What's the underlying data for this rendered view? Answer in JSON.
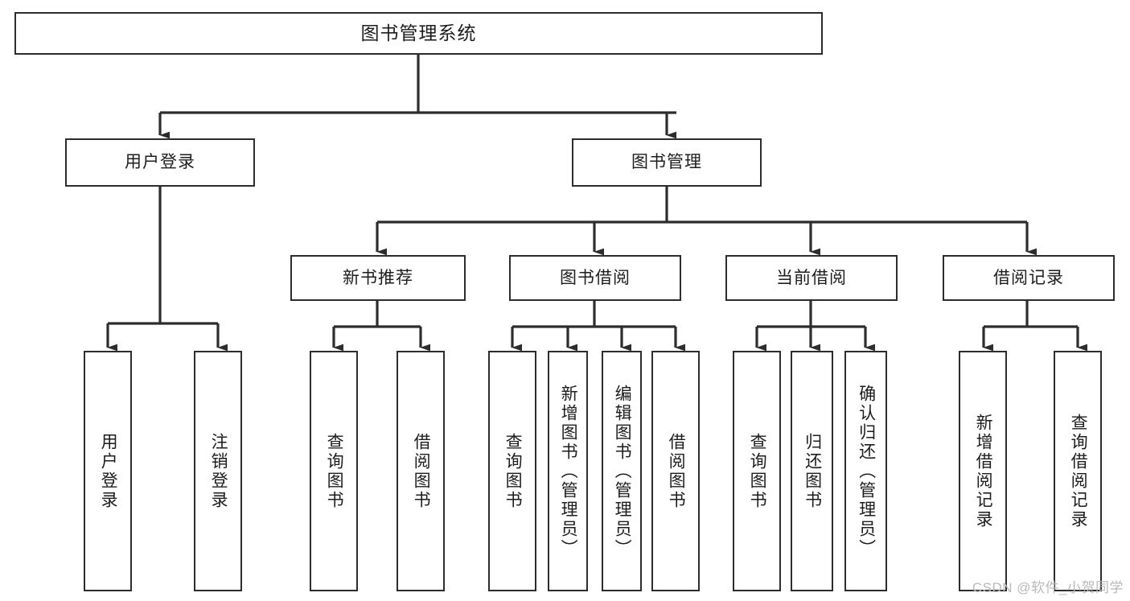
{
  "diagram": {
    "title": "图书管理系统",
    "type": "tree-hierarchy",
    "background_color": "#ffffff",
    "line_color": "#2d2d2d",
    "text_color": "#1d1d1d",
    "watermark": "CSDN @软件_小贺同学"
  },
  "nodes": {
    "root": {
      "label": "图书管理系统"
    },
    "level2": [
      {
        "id": "user-login",
        "label": "用户登录"
      },
      {
        "id": "book-manage",
        "label": "图书管理"
      }
    ],
    "level3": [
      {
        "id": "new-book-rec",
        "label": "新书推荐"
      },
      {
        "id": "book-borrow",
        "label": "图书借阅"
      },
      {
        "id": "current-borrow",
        "label": "当前借阅"
      },
      {
        "id": "borrow-record",
        "label": "借阅记录"
      }
    ],
    "leaves": {
      "user_login": [
        {
          "id": "leaf-user-login",
          "label": "用户登录"
        },
        {
          "id": "leaf-logout",
          "label": "注销登录"
        }
      ],
      "new_book_rec": [
        {
          "id": "leaf-query-book-1",
          "label": "查询图书"
        },
        {
          "id": "leaf-borrow-book-1",
          "label": "借阅图书"
        }
      ],
      "book_borrow": [
        {
          "id": "leaf-query-book-2",
          "label": "查询图书"
        },
        {
          "id": "leaf-add-book",
          "label": "新增图书（管理员）"
        },
        {
          "id": "leaf-edit-book",
          "label": "编辑图书（管理员）"
        },
        {
          "id": "leaf-borrow-book-2",
          "label": "借阅图书"
        }
      ],
      "current_borrow": [
        {
          "id": "leaf-query-book-3",
          "label": "查询图书"
        },
        {
          "id": "leaf-return-book",
          "label": "归还图书"
        },
        {
          "id": "leaf-confirm-return",
          "label": "确认归还（管理员）"
        }
      ],
      "borrow_record": [
        {
          "id": "leaf-add-record",
          "label": "新增借阅记录"
        },
        {
          "id": "leaf-query-record",
          "label": "查询借阅记录"
        }
      ]
    }
  }
}
